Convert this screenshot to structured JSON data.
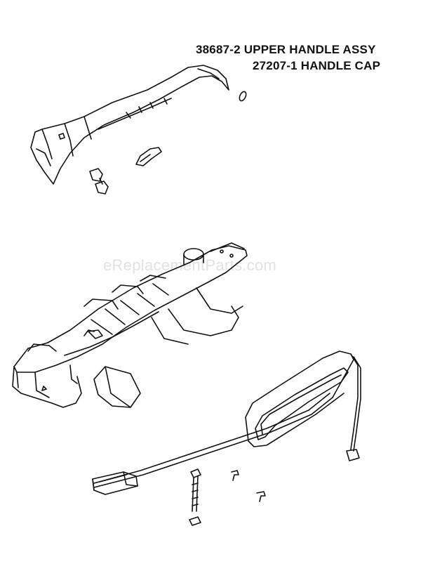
{
  "labels": {
    "upper_handle_assy": "38687-2 UPPER HANDLE ASSY",
    "handle_cap": "27207-1 HANDLE CAP"
  },
  "watermark": "eReplacementParts.com",
  "colors": {
    "line": "#111111",
    "background": "#ffffff",
    "watermark": "#e2e2e2"
  }
}
